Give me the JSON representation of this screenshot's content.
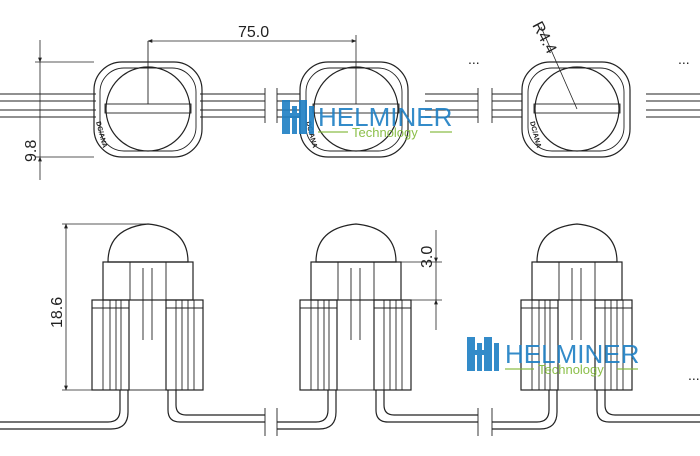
{
  "dimensions": {
    "pitch": "75.0",
    "radius": "R4.4",
    "module_width": "9.8",
    "module_height": "18.6",
    "lens_height": "3.0"
  },
  "module_marking": "DC/ANA",
  "continuation": "...",
  "watermark": {
    "brand": "HELMINER",
    "tagline": "Technology",
    "brand_color": "#1d7fc4",
    "tagline_color": "#7fb836"
  }
}
